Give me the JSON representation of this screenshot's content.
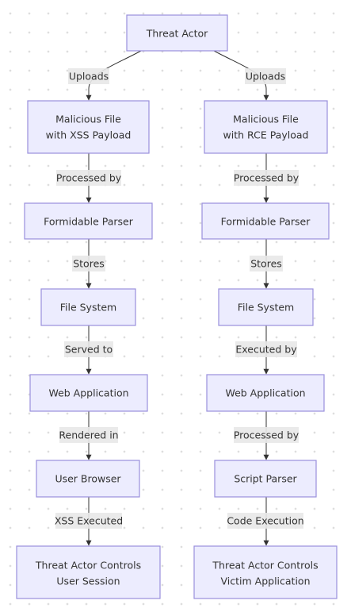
{
  "nodes": {
    "actor": "Threat Actor",
    "left_file": [
      "Malicious File",
      "with XSS Payload"
    ],
    "left_parser": "Formidable Parser",
    "left_fs": "File System",
    "left_webapp": "Web Application",
    "left_browser": "User Browser",
    "left_result": [
      "Threat Actor Controls",
      "User Session"
    ],
    "right_file": [
      "Malicious File",
      "with RCE Payload"
    ],
    "right_parser": "Formidable Parser",
    "right_fs": "File System",
    "right_webapp": "Web Application",
    "right_script": "Script Parser",
    "right_result": [
      "Threat Actor Controls",
      "Victim Application"
    ]
  },
  "edges": {
    "left_uploads": "Uploads",
    "left_processed": "Processed by",
    "left_stores": "Stores",
    "left_served": "Served to",
    "left_rendered": "Rendered in",
    "left_xss": "XSS Executed",
    "right_uploads": "Uploads",
    "right_processed": "Processed by",
    "right_stores": "Stores",
    "right_executed": "Executed by",
    "right_processed2": "Processed by",
    "right_code": "Code Execution"
  },
  "colors": {
    "node_fill": "#ececfe",
    "node_stroke": "#9a8fdc",
    "edge_label_bg": "#e8e8e8",
    "text": "#333333"
  }
}
